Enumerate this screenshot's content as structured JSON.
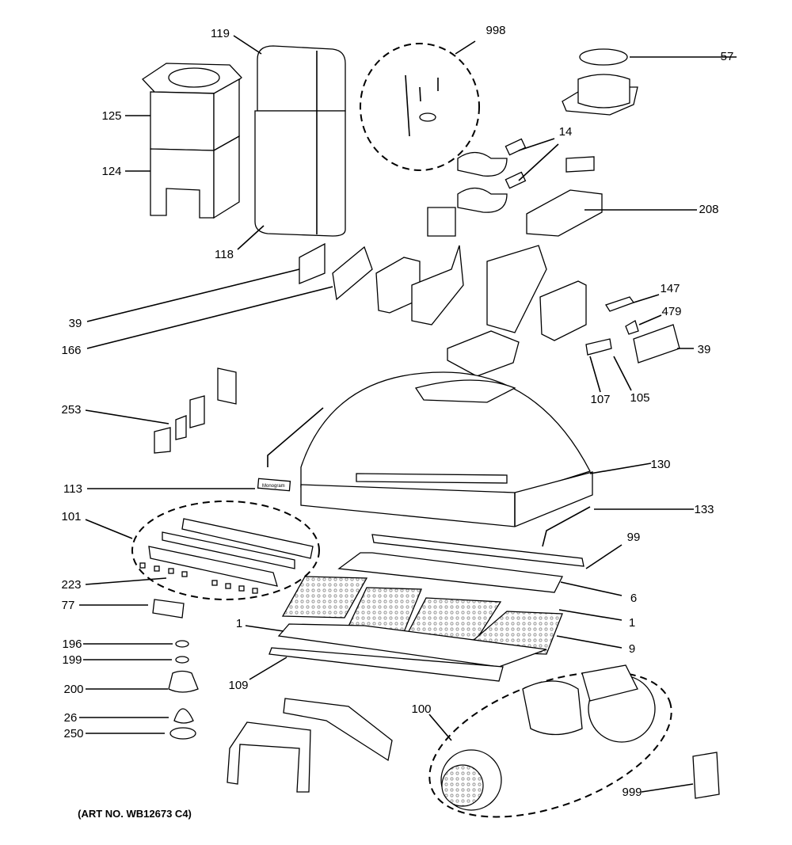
{
  "diagram": {
    "art_number": "(ART NO. WB12673 C4)",
    "badge_text": "Monogram",
    "labels": [
      "119",
      "998",
      "57",
      "125",
      "14",
      "124",
      "208",
      "118",
      "147",
      "39",
      "479",
      "39",
      "166",
      "107",
      "105",
      "253",
      "130",
      "113",
      "133",
      "101",
      "99",
      "223",
      "6",
      "77",
      "1",
      "1",
      "196",
      "9",
      "199",
      "109",
      "200",
      "100",
      "26",
      "250",
      "999"
    ]
  }
}
